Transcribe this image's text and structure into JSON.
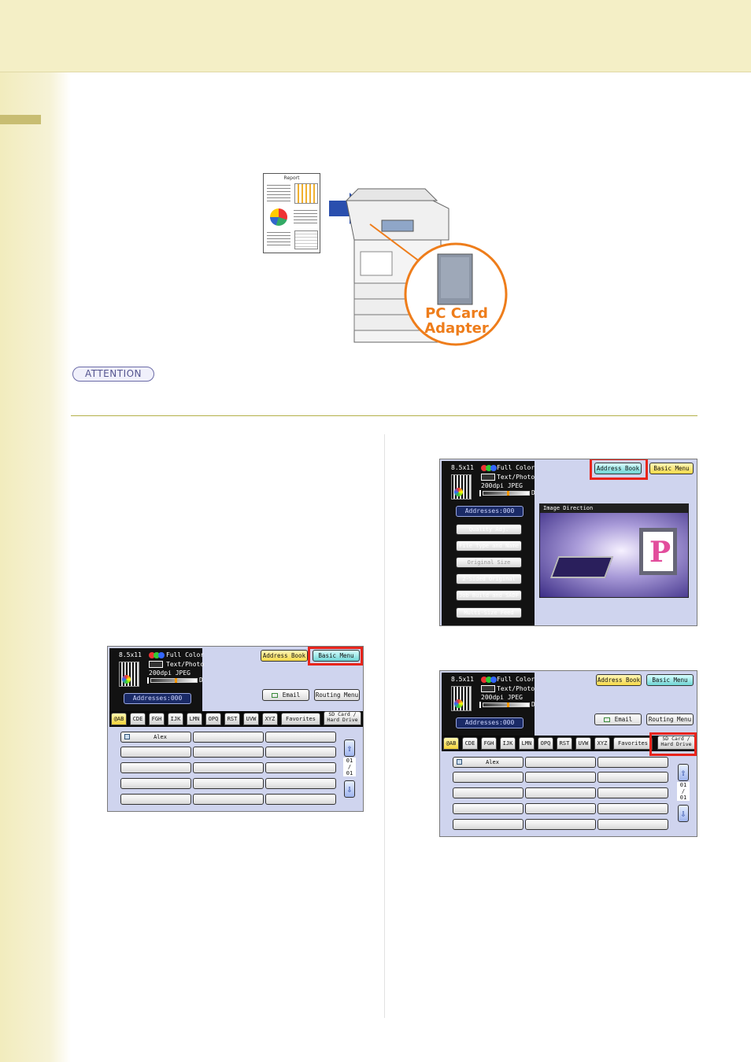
{
  "attention_label": "ATTENTION",
  "illustration": {
    "report_title": "Report",
    "callout_label_line1": "PC Card",
    "callout_label_line2": "Adapter"
  },
  "screens": {
    "common_status": {
      "paper_size": "8.5x11",
      "color_mode": "Full Color",
      "original_type": "Text/Photo",
      "resolution_format": "200dpi JPEG",
      "density_label": "D",
      "addresses": "Addresses:000"
    },
    "address_screen": {
      "address_book_button": "Address Book",
      "basic_menu_button": "Basic Menu",
      "email_button": "Email",
      "routing_menu_button": "Routing Menu",
      "tabs": [
        "@AB",
        "CDE",
        "FGH",
        "IJK",
        "LMN",
        "OPQ",
        "RST",
        "UVW",
        "XYZ",
        "Favorites"
      ],
      "sd_tab_line1": "SD Card /",
      "sd_tab_line2": "Hard Drive",
      "first_entry": "Alex",
      "page_top": "01",
      "page_sep": "/",
      "page_bottom": "01"
    },
    "basic_menu_screen": {
      "address_book_button": "Address Book",
      "basic_menu_button": "Basic Menu",
      "menu_items": [
        "Quality Adj.",
        "File Type and Name",
        "Original Size",
        "2-Sided Original",
        "Job Build and SADF",
        "Multi-Size Feed"
      ],
      "image_direction_title": "Image Direction",
      "image_letter": "P"
    }
  },
  "colors": {
    "highlight": "#e8241b",
    "callout_orange": "#ee7d1b",
    "arrow_blue": "#2a4fae"
  }
}
